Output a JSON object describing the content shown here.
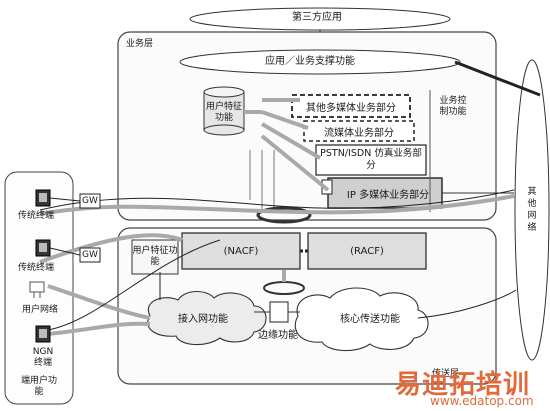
{
  "third_party_app": "第三方应用",
  "service_stratum": {
    "title": "业务层",
    "app_support": "应用／业务支撑功能",
    "user_profile": "用户特征功能",
    "service_control": "业务控制功能",
    "other_multimedia": "其他多媒体业务部分",
    "streaming": "流媒体业务部分",
    "pstn_isdn": "PSTN/ISDN 仿真业务部分",
    "ip_multimedia": "IP 多媒体业务部分"
  },
  "transport_stratum": {
    "title": "传送层",
    "user_profile": "用户特征功能",
    "nacf": "(NACF)",
    "racf": "(RACF)",
    "access": "接入网功能",
    "edge": "边缘功能",
    "core": "核心传送功能"
  },
  "left_side": {
    "legacy_terminal_1": "传统终端",
    "legacy_terminal_2": "传统终端",
    "gw": "GW",
    "customer_network": "用户网络",
    "ngn_terminal": "NGN终端",
    "end_user_functions": "端用户功能"
  },
  "other_networks": "其他网络",
  "watermark": {
    "brand": "易迪拓培训",
    "url": "www.edatop.com"
  }
}
